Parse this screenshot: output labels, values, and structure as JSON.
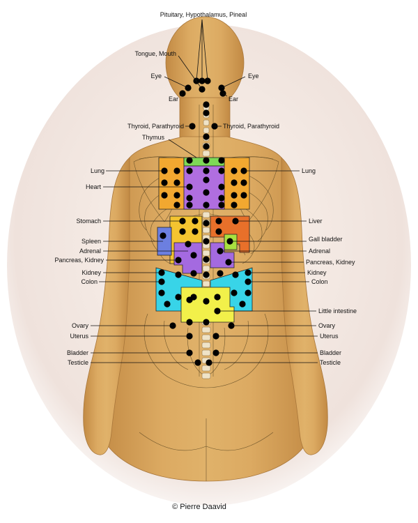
{
  "labels": {
    "pituitary": "Pituitary, Hypothalamus, Pineal",
    "tongue": "Tongue, Mouth",
    "eye_left": "Eye",
    "eye_right": "Eye",
    "ear_left": "Ear",
    "ear_right": "Ear",
    "thyroid_left": "Thyroid, Parathyroid",
    "thyroid_right": "Thyroid, Parathyroid",
    "thymus": "Thymus",
    "lung_left": "Lung",
    "lung_right": "Lung",
    "heart": "Heart",
    "stomach": "Stomach",
    "liver": "Liver",
    "spleen": "Spleen",
    "gall_bladder": "Gall bladder",
    "adrenal_left": "Adrenal",
    "adrenal_right": "Adrenal",
    "pancreas_left": "Pancreas, Kidney",
    "pancreas_right": "Pancreas, Kidney",
    "kidney_left": "Kidney",
    "kidney_right": "Kidney",
    "colon_left": "Colon",
    "colon_right": "Colon",
    "little_intestine": "Little intestine",
    "ovary_left": "Ovary",
    "ovary_right": "Ovary",
    "uterus_left": "Uterus",
    "uterus_right": "Uterus",
    "bladder_left": "Bladder",
    "bladder_right": "Bladder",
    "testicle_left": "Testicle",
    "testicle_right": "Testicle"
  },
  "credit": "© Pierre Daavid",
  "colors": {
    "skin": "#d9a45e",
    "skin_shadow": "#b98440",
    "lung_zone": "#f2a830",
    "heart_zone": "#b06ee0",
    "thymus_zone": "#7ed957",
    "stomach_zone": "#f4c430",
    "liver_zone": "#e8702a",
    "spleen_zone": "#6c7fe0",
    "adrenal_zone": "#a46ae0",
    "gall_zone": "#a8e040",
    "kidney_colon_zone": "#38d4e8",
    "intestine_zone": "#f2f04a"
  }
}
